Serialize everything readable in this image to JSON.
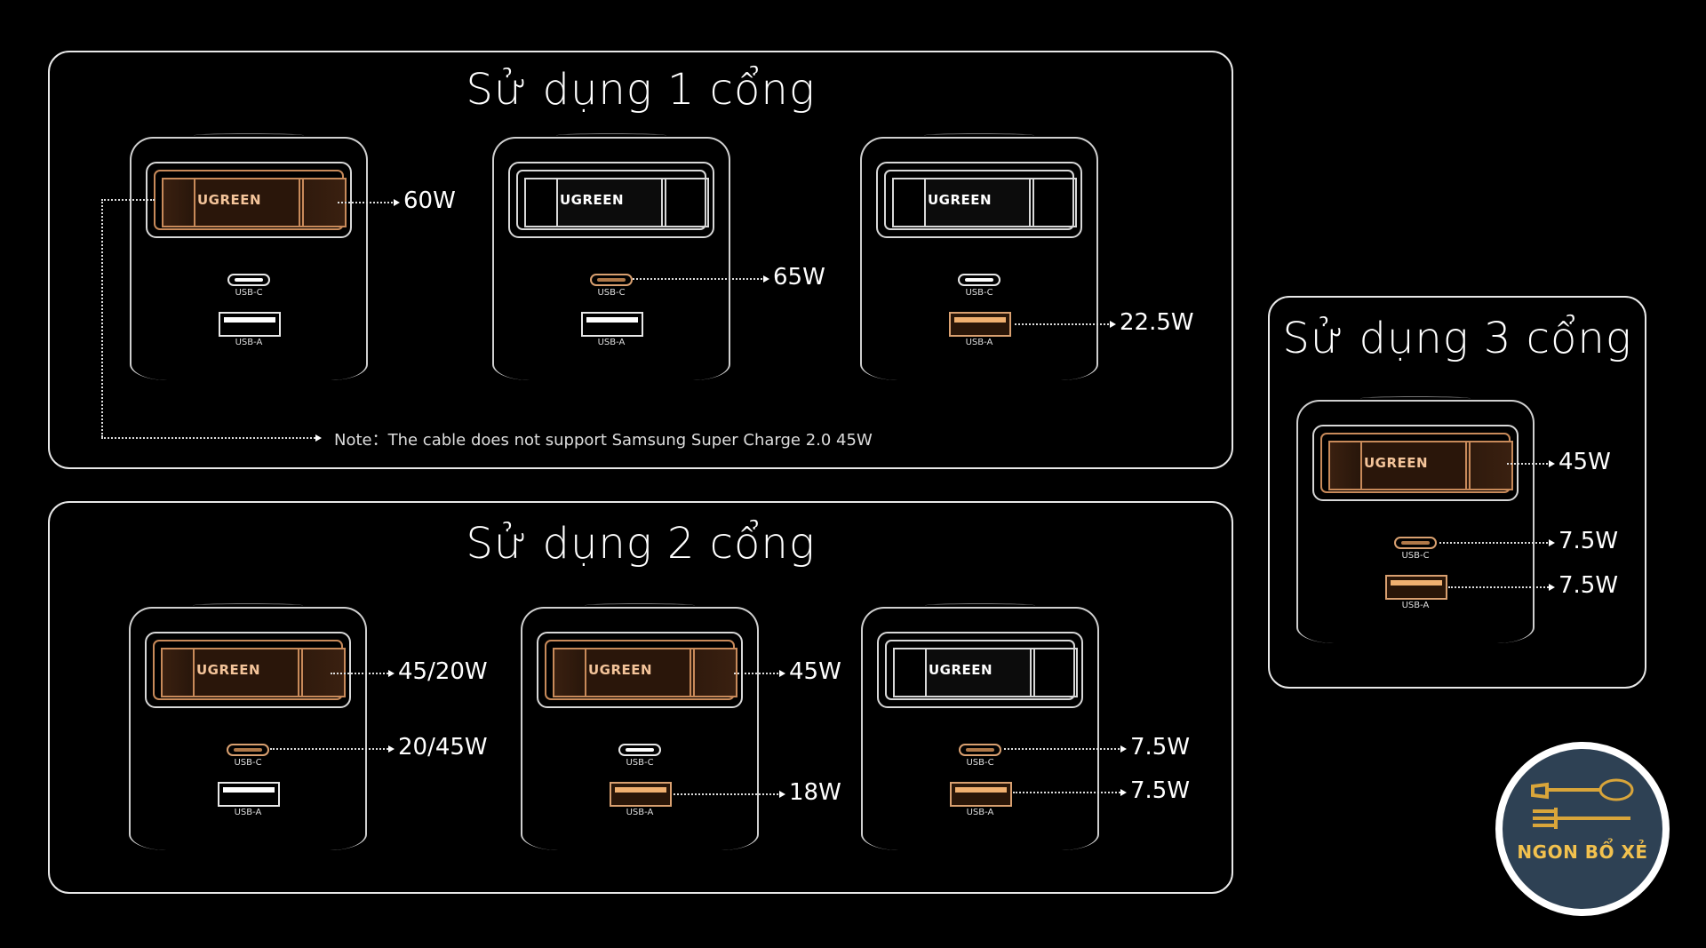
{
  "panels": [
    {
      "title": "Sử dụng 1 cổng"
    },
    {
      "title": "Sử dụng 2 cổng"
    },
    {
      "title": "Sử dụng 3 cổng"
    }
  ],
  "brand": "UGREEN",
  "port_labels": {
    "usb_c": "USB-C",
    "usb_a": "USB-A"
  },
  "single_port": [
    {
      "active": "top",
      "power": "60W"
    },
    {
      "active": "usb_c",
      "power": "65W"
    },
    {
      "active": "usb_a",
      "power": "22.5W"
    }
  ],
  "note": "Note：The cable does not support Samsung Super Charge 2.0 45W",
  "two_port": [
    {
      "active": [
        "top",
        "usb_c"
      ],
      "top_power": "45/20W",
      "usb_c_power": "20/45W"
    },
    {
      "active": [
        "top",
        "usb_a"
      ],
      "top_power": "45W",
      "usb_a_power": "18W"
    },
    {
      "active": [
        "usb_c",
        "usb_a"
      ],
      "usb_c_power": "7.5W",
      "usb_a_power": "7.5W"
    }
  ],
  "three_port": {
    "top_power": "45W",
    "usb_c_power": "7.5W",
    "usb_a_power": "7.5W"
  },
  "logo": {
    "text": "NGON BỔ XẺ",
    "colors": {
      "background": "#2e4154",
      "text": "#f2c14e"
    }
  },
  "colors": {
    "active_port": "#d9a070",
    "outline": "#e8e8e8",
    "background": "#000000"
  }
}
